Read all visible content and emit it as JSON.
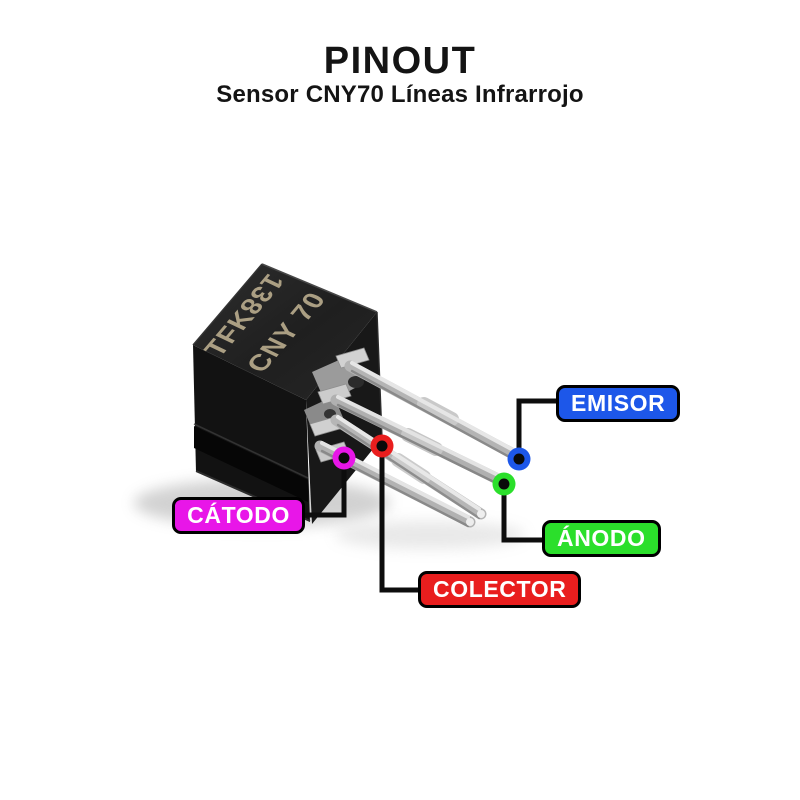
{
  "header": {
    "title": "PINOUT",
    "subtitle": "Sensor CNY70 Líneas Infrarrojo"
  },
  "sensor": {
    "marking_prefix": "TFK",
    "marking_flipped": "138",
    "marking_line2": "CNY 70"
  },
  "labels": {
    "emisor": "EMISOR",
    "anodo": "ÁNODO",
    "colector": "COLECTOR",
    "catodo": "CÁTODO"
  },
  "colors": {
    "emisor": "#1d57e9",
    "anodo": "#2bdf2b",
    "colector": "#e91e1e",
    "catodo": "#e816e8",
    "connector": "#0d0d0d",
    "marker_center": "#0a0a0a",
    "marking_text": "#b3a689"
  }
}
